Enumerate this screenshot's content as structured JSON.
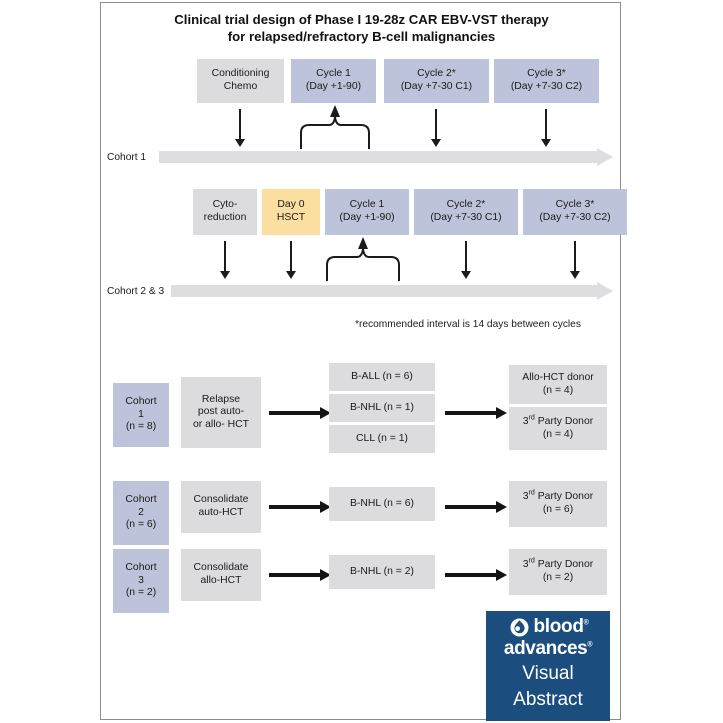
{
  "title": {
    "line1": "Clinical trial design of Phase I 19-28z CAR EBV-VST therapy",
    "line2": "for relapsed/refractory B-cell malignancies"
  },
  "colors": {
    "periwinkle": "#bdc3da",
    "gray": "#dcdcde",
    "yellow": "#fadfa0",
    "timeline": "#dedee1",
    "logo_blue": "#1b4e7e",
    "arrow": "#141414"
  },
  "schedule": {
    "cohort1": {
      "timeline_label": "Cohort 1",
      "steps": [
        {
          "line1": "Conditioning",
          "line2": "Chemo",
          "style": "gray"
        },
        {
          "line1": "Cycle 1",
          "line2": "(Day +1-90)",
          "style": "peri"
        },
        {
          "line1": "Cycle 2*",
          "line2": "(Day +7-30 C1)",
          "style": "peri"
        },
        {
          "line1": "Cycle 3*",
          "line2": "(Day +7-30 C2)",
          "style": "peri"
        }
      ]
    },
    "cohort23": {
      "timeline_label": "Cohort 2 & 3",
      "steps": [
        {
          "line1": "Cyto-",
          "line2": "reduction",
          "style": "gray"
        },
        {
          "line1": "Day 0",
          "line2": "HSCT",
          "style": "yellow"
        },
        {
          "line1": "Cycle 1",
          "line2": "(Day +1-90)",
          "style": "peri"
        },
        {
          "line1": "Cycle 2*",
          "line2": "(Day +7-30 C1)",
          "style": "peri"
        },
        {
          "line1": "Cycle 3*",
          "line2": "(Day +7-30 C2)",
          "style": "peri"
        }
      ]
    },
    "footnote": "*recommended interval is 14 days between cycles"
  },
  "cohorts": [
    {
      "badge": {
        "line1": "Cohort",
        "line2": "1",
        "line3": "(n = 8)"
      },
      "indication": {
        "line1": "Relapse",
        "line2": "post auto-",
        "line3": "or allo- HCT"
      },
      "diagnoses": [
        {
          "label": "B-ALL (n = 6)"
        },
        {
          "label": "B-NHL (n = 1)"
        },
        {
          "label": "CLL (n = 1)"
        }
      ],
      "donors": [
        {
          "line1": "Allo-HCT donor",
          "line2": "(n = 4)"
        },
        {
          "line1": "3rd Party Donor",
          "line1_prefix": "3",
          "line1_sup": "rd",
          "line1_rest": " Party Donor",
          "line2": "(n = 4)"
        }
      ]
    },
    {
      "badge": {
        "line1": "Cohort",
        "line2": "2",
        "line3": "(n = 6)"
      },
      "indication": {
        "line1": "Consolidate",
        "line2": "auto-HCT"
      },
      "diagnoses": [
        {
          "label": "B-NHL (n = 6)"
        }
      ],
      "donors": [
        {
          "line1_prefix": "3",
          "line1_sup": "rd",
          "line1_rest": " Party Donor",
          "line2": "(n = 6)"
        }
      ]
    },
    {
      "badge": {
        "line1": "Cohort",
        "line2": "3",
        "line3": "(n = 2)"
      },
      "indication": {
        "line1": "Consolidate",
        "line2": "allo-HCT"
      },
      "diagnoses": [
        {
          "label": "B-NHL (n = 2)"
        }
      ],
      "donors": [
        {
          "line1_prefix": "3",
          "line1_sup": "rd",
          "line1_rest": " Party Donor",
          "line2": "(n = 2)"
        }
      ]
    }
  ],
  "logo": {
    "word1": "blood",
    "word2": "advances",
    "word3": "Visual",
    "word4": "Abstract",
    "mark": "blood-drop-icon"
  }
}
